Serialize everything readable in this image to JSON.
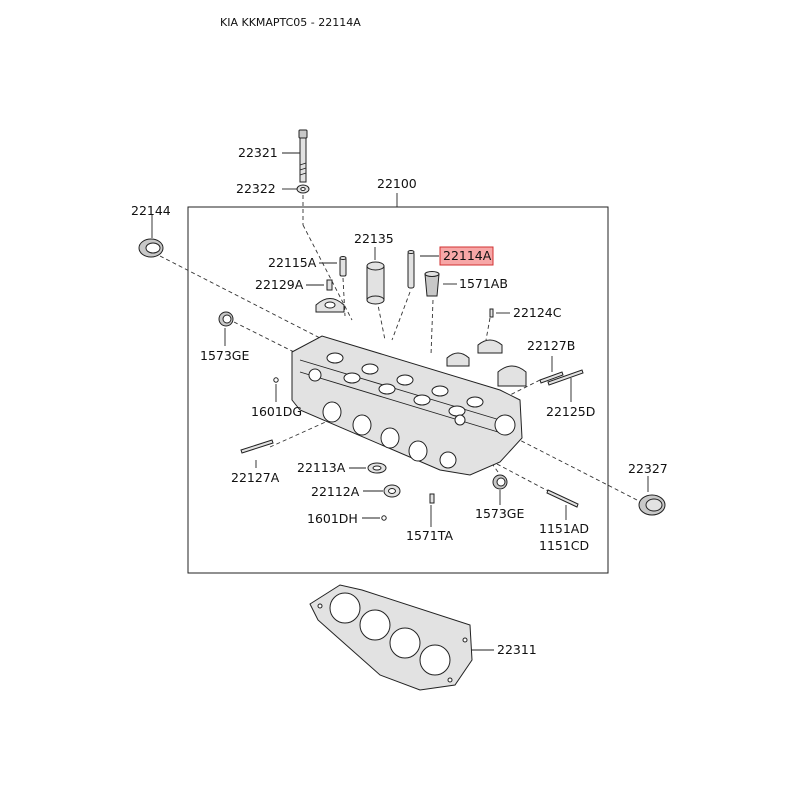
{
  "header": {
    "text": "KIA KKMAPTC05 - 22114A"
  },
  "highlight": {
    "fill": "#f7a7a7",
    "stroke": "#d03030"
  },
  "labels": {
    "p22321": "22321",
    "p22322": "22322",
    "p22100": "22100",
    "p22144": "22144",
    "p22135": "22135",
    "p22114A": "22114A",
    "p22115A": "22115A",
    "p1571AB": "1571AB",
    "p22129A": "22129A",
    "p22124C": "22124C",
    "p1573GE_a": "1573GE",
    "p22127B": "22127B",
    "p1601DG": "1601DG",
    "p22125D": "22125D",
    "p22127A": "22127A",
    "p22113A": "22113A",
    "p22327": "22327",
    "p22112A": "22112A",
    "p1573GE_b": "1573GE",
    "p1601DH": "1601DH",
    "p1571TA": "1571TA",
    "p1151AD": "1151AD",
    "p1151CD": "1151CD",
    "p22311": "22311"
  }
}
